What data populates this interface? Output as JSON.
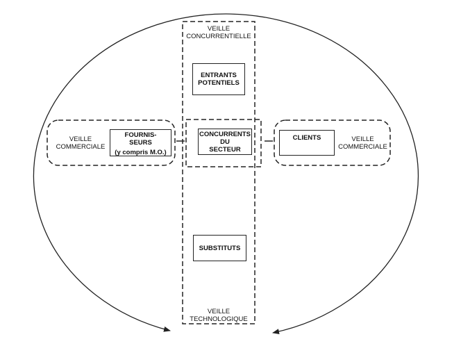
{
  "diagram": {
    "zones": {
      "competitive_watch": "VEILLE\nCONCURRENTIELLE",
      "technological_watch": "VEILLE\nTECHNOLOGIQUE",
      "commercial_watch_left": "VEILLE\nCOMMERCIALE",
      "commercial_watch_right": "VEILLE\nCOMMERCIALE"
    },
    "boxes": {
      "entrants": "ENTRANTS\nPOTENTIELS",
      "suppliers": "FOURNIS-\nSEURS",
      "suppliers_note": "(y compris M.O.)",
      "competitors": "CONCURRENTS\nDU\nSECTEUR",
      "clients": "CLIENTS",
      "substitutes": "SUBSTITUTS"
    }
  }
}
